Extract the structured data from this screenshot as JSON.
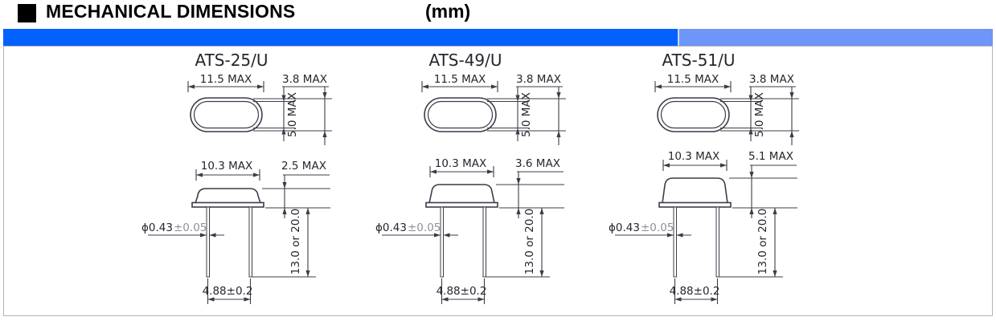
{
  "header": {
    "bullet": "■",
    "title": "MECHANICAL DIMENSIONS",
    "unit_label": "(mm)"
  },
  "colors": {
    "band_primary": "#0361fe",
    "band_secondary": "#6e96f8",
    "drawing_line": "#3c3c48",
    "drawing_text": "#26262e",
    "tolerance_text_muted": "#8f8f98",
    "box_border": "#b2b2b2",
    "header_text": "#000000"
  },
  "figures": [
    {
      "model": "ATS-25/U",
      "top_view": {
        "length": "11.5 MAX",
        "can_width": "3.8 MAX",
        "base_width": "5.0 MAX"
      },
      "side_view": {
        "body_width": "10.3 MAX",
        "body_height": "2.5 MAX",
        "lead_diameter": "ϕ0.43",
        "lead_diameter_tolerance": "±0.05",
        "lead_length": "13.0 or 20.0",
        "lead_pitch": "4.88±0.2"
      }
    },
    {
      "model": "ATS-49/U",
      "top_view": {
        "length": "11.5 MAX",
        "can_width": "3.8 MAX",
        "base_width": "5.0 MAX"
      },
      "side_view": {
        "body_width": "10.3 MAX",
        "body_height": "3.6 MAX",
        "lead_diameter": "ϕ0.43",
        "lead_diameter_tolerance": "±0.05",
        "lead_length": "13.0 or 20.0",
        "lead_pitch": "4.88±0.2"
      }
    },
    {
      "model": "ATS-51/U",
      "top_view": {
        "length": "11.5 MAX",
        "can_width": "3.8 MAX",
        "base_width": "5.0 MAX"
      },
      "side_view": {
        "body_width": "10.3 MAX",
        "body_height": "5.1 MAX",
        "lead_diameter": "ϕ0.43",
        "lead_diameter_tolerance": "±0.05",
        "lead_length": "13.0 or 20.0",
        "lead_pitch": "4.88±0.2"
      }
    }
  ]
}
